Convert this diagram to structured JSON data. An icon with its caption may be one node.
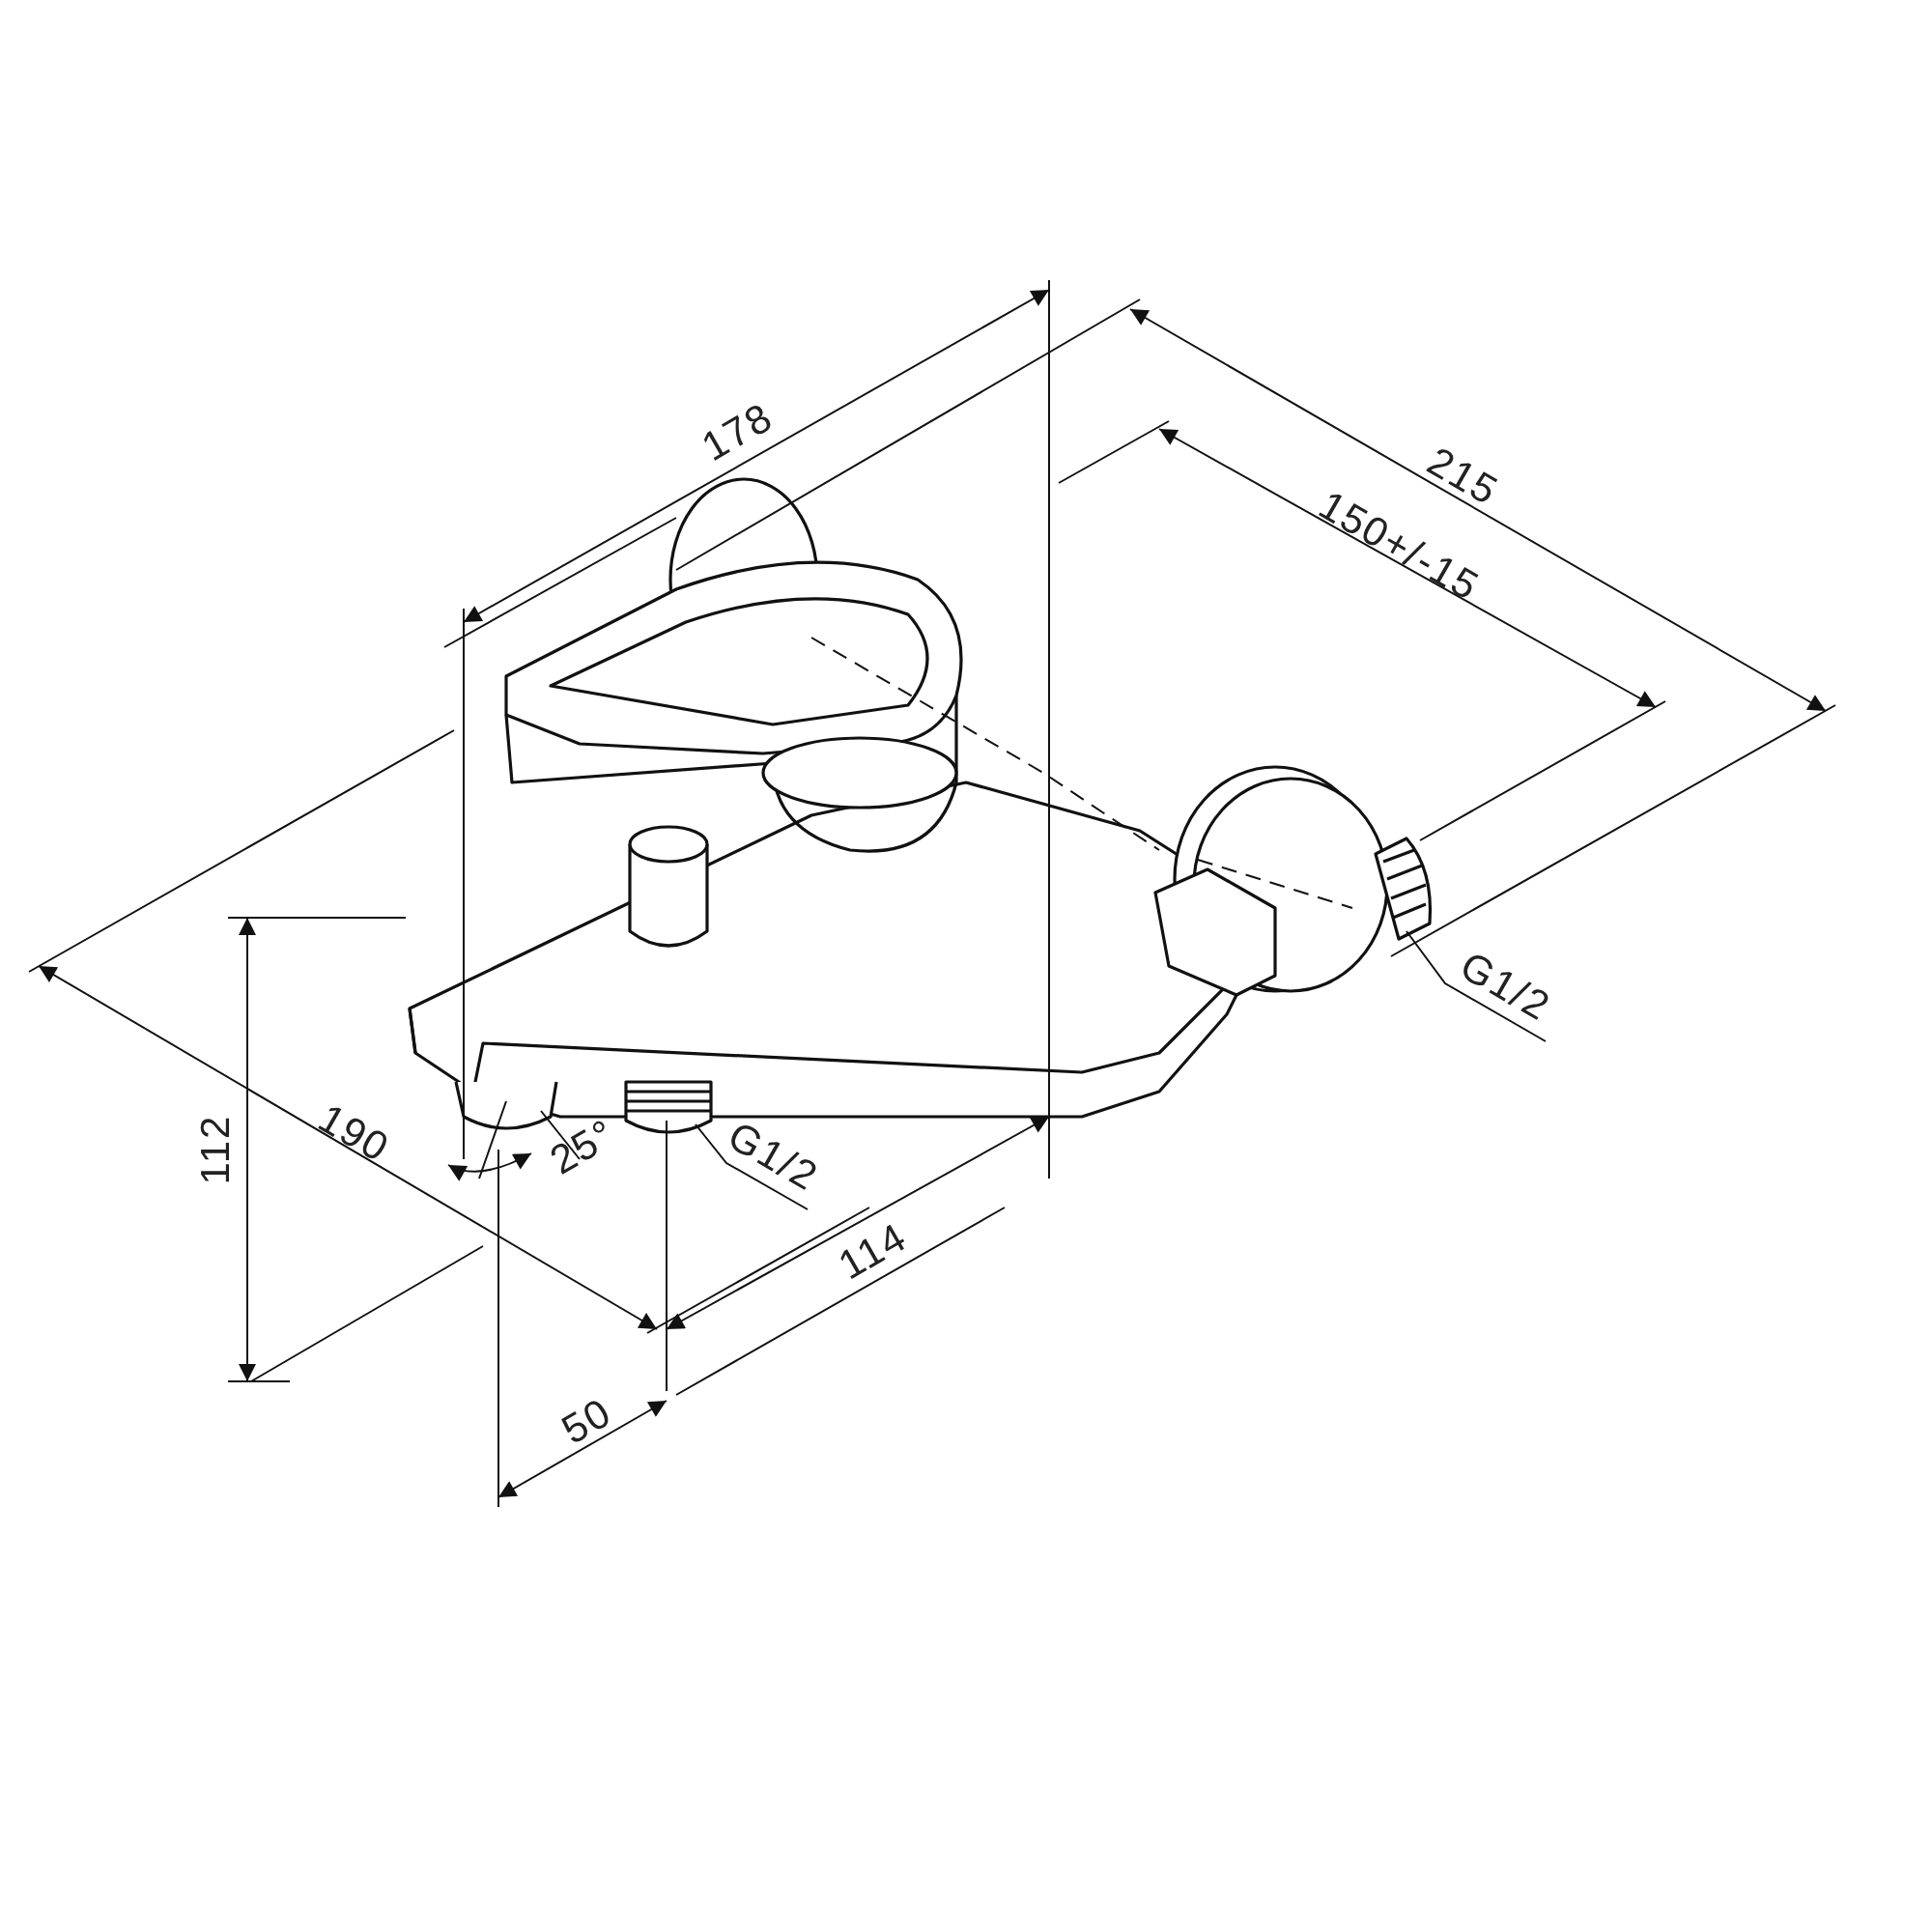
{
  "diagram": {
    "nodes": [
      {
        "text": [
          "G1/2"
        ]
      },
      {
        "text": [
          "G1/2"
        ]
      }
    ],
    "edges": [
      {
        "from": 0,
        "to": null,
        "arrow": "none"
      },
      {
        "from": 1,
        "to": null,
        "arrow": "none"
      }
    ],
    "labels": [
      "178",
      "215",
      "150+/-15",
      "112",
      "190",
      "25°",
      "114",
      "50"
    ]
  }
}
